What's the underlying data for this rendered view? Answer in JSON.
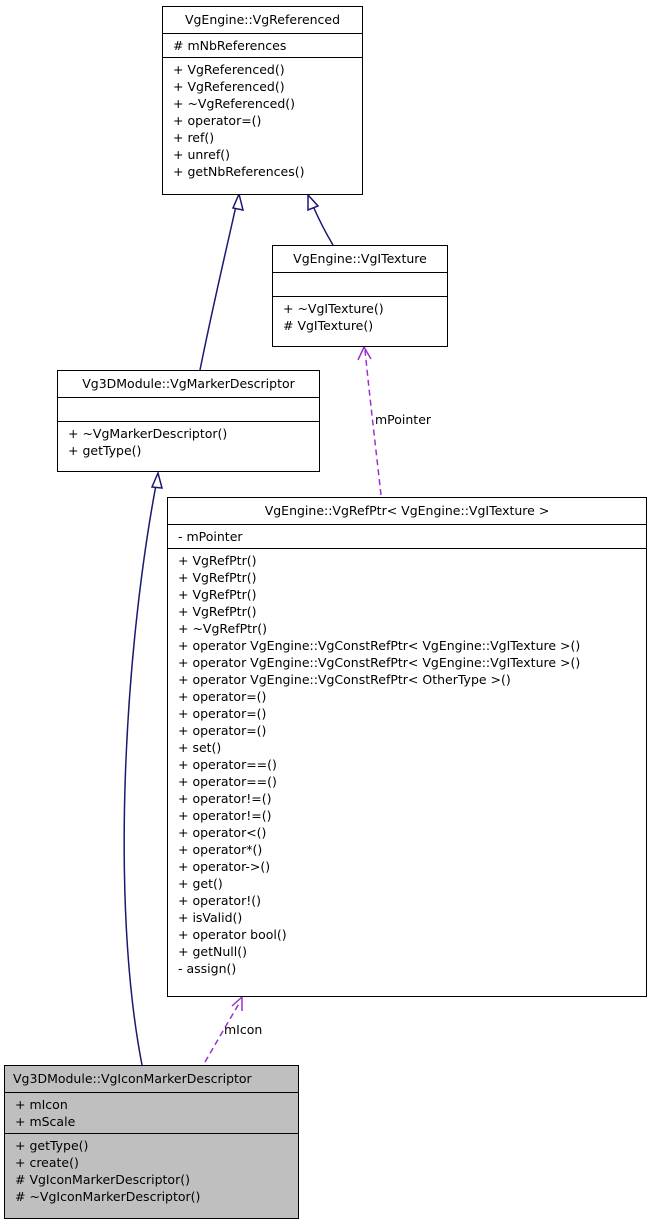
{
  "classes": {
    "referenced": {
      "title": "VgEngine::VgReferenced",
      "attributes": [
        "# mNbReferences"
      ],
      "methods": [
        "+ VgReferenced()",
        "+ VgReferenced()",
        "+ ~VgReferenced()",
        "+ operator=()",
        "+ ref()",
        "+ unref()",
        "+ getNbReferences()"
      ]
    },
    "itexture": {
      "title": "VgEngine::VgITexture",
      "attributes": [],
      "methods": [
        "+ ~VgITexture()",
        "# VgITexture()"
      ]
    },
    "marker_descriptor": {
      "title": "Vg3DModule::VgMarkerDescriptor",
      "attributes": [],
      "methods": [
        "+ ~VgMarkerDescriptor()",
        "+ getType()"
      ]
    },
    "refptr": {
      "title": "VgEngine::VgRefPtr< VgEngine::VgITexture >",
      "attributes": [
        "- mPointer"
      ],
      "methods": [
        "+ VgRefPtr()",
        "+ VgRefPtr()",
        "+ VgRefPtr()",
        "+ VgRefPtr()",
        "+ ~VgRefPtr()",
        "+ operator VgEngine::VgConstRefPtr< VgEngine::VgITexture >()",
        "+ operator VgEngine::VgConstRefPtr< VgEngine::VgITexture >()",
        "+ operator VgEngine::VgConstRefPtr< OtherType >()",
        "+ operator=()",
        "+ operator=()",
        "+ operator=()",
        "+ set()",
        "+ operator==()",
        "+ operator==()",
        "+ operator!=()",
        "+ operator!=()",
        "+ operator<()",
        "+ operator*()",
        "+ operator->()",
        "+ get()",
        "+ operator!()",
        "+ isValid()",
        "+ operator bool()",
        "+ getNull()",
        "- assign()"
      ]
    },
    "icon_marker_descriptor": {
      "title": "Vg3DModule::VgIconMarkerDescriptor",
      "attributes": [
        "+ mIcon",
        "+ mScale"
      ],
      "methods": [
        "+ getType()",
        "+ create()",
        "# VgIconMarkerDescriptor()",
        "# ~VgIconMarkerDescriptor()"
      ]
    }
  },
  "edge_labels": {
    "mpointer": "mPointer",
    "micon": "mIcon"
  },
  "colors": {
    "inheritance": "#191970",
    "usage": "#9a32cd",
    "current_fill": "#bfbfbf"
  }
}
